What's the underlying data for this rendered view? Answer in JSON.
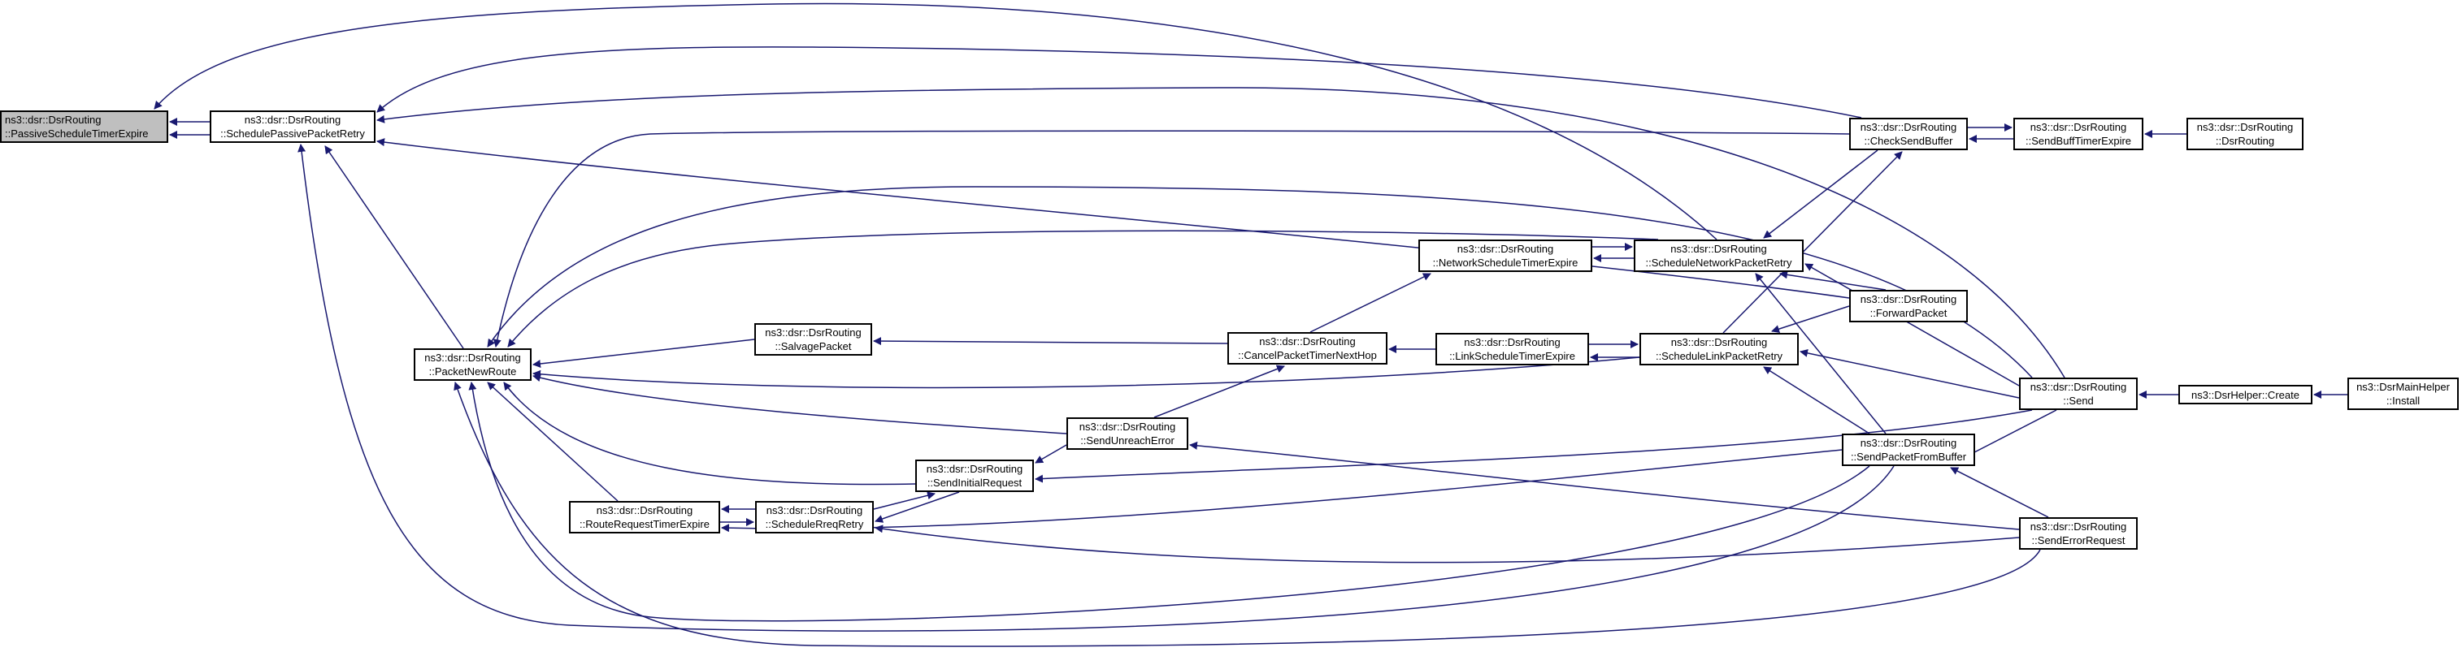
{
  "graph": {
    "edge_color": "#191970",
    "root_fill": "#bfbfbf",
    "nodes": {
      "passive_timer": {
        "line1": "ns3::dsr::DsrRouting",
        "line2": "::PassiveScheduleTimerExpire"
      },
      "sched_passive": {
        "line1": "ns3::dsr::DsrRouting",
        "line2": "::SchedulePassivePacketRetry"
      },
      "packet_new_route": {
        "line1": "ns3::dsr::DsrRouting",
        "line2": "::PacketNewRoute"
      },
      "salvage": {
        "line1": "ns3::dsr::DsrRouting",
        "line2": "::SalvagePacket"
      },
      "cancel_timer": {
        "line1": "ns3::dsr::DsrRouting",
        "line2": "::CancelPacketTimerNextHop"
      },
      "network_timer": {
        "line1": "ns3::dsr::DsrRouting",
        "line2": "::NetworkScheduleTimerExpire"
      },
      "sched_network": {
        "line1": "ns3::dsr::DsrRouting",
        "line2": "::ScheduleNetworkPacketRetry"
      },
      "link_timer": {
        "line1": "ns3::dsr::DsrRouting",
        "line2": "::LinkScheduleTimerExpire"
      },
      "sched_link": {
        "line1": "ns3::dsr::DsrRouting",
        "line2": "::ScheduleLinkPacketRetry"
      },
      "send_unreach": {
        "line1": "ns3::dsr::DsrRouting",
        "line2": "::SendUnreachError"
      },
      "send_initial": {
        "line1": "ns3::dsr::DsrRouting",
        "line2": "::SendInitialRequest"
      },
      "route_req_timer": {
        "line1": "ns3::dsr::DsrRouting",
        "line2": "::RouteRequestTimerExpire"
      },
      "sched_req": {
        "line1": "ns3::dsr::DsrRouting",
        "line2": "::ScheduleRreqRetry"
      },
      "check_send": {
        "line1": "ns3::dsr::DsrRouting",
        "line2": "::CheckSendBuffer"
      },
      "send_buff_timer": {
        "line1": "ns3::dsr::DsrRouting",
        "line2": "::SendBuffTimerExpire"
      },
      "dsr_routing": {
        "line1": "ns3::dsr::DsrRouting",
        "line2": "::DsrRouting"
      },
      "forward": {
        "line1": "ns3::dsr::DsrRouting",
        "line2": "::ForwardPacket"
      },
      "send": {
        "line1": "ns3::dsr::DsrRouting",
        "line2": "::Send"
      },
      "helper_create": {
        "line1": "ns3::DsrHelper::Create",
        "line2": ""
      },
      "main_helper_install": {
        "line1": "ns3::DsrMainHelper",
        "line2": "::Install"
      },
      "send_from_buffer": {
        "line1": "ns3::dsr::DsrRouting",
        "line2": "::SendPacketFromBuffer"
      },
      "send_error": {
        "line1": "ns3::dsr::DsrRouting",
        "line2": "::SendErrorRequest"
      }
    }
  }
}
